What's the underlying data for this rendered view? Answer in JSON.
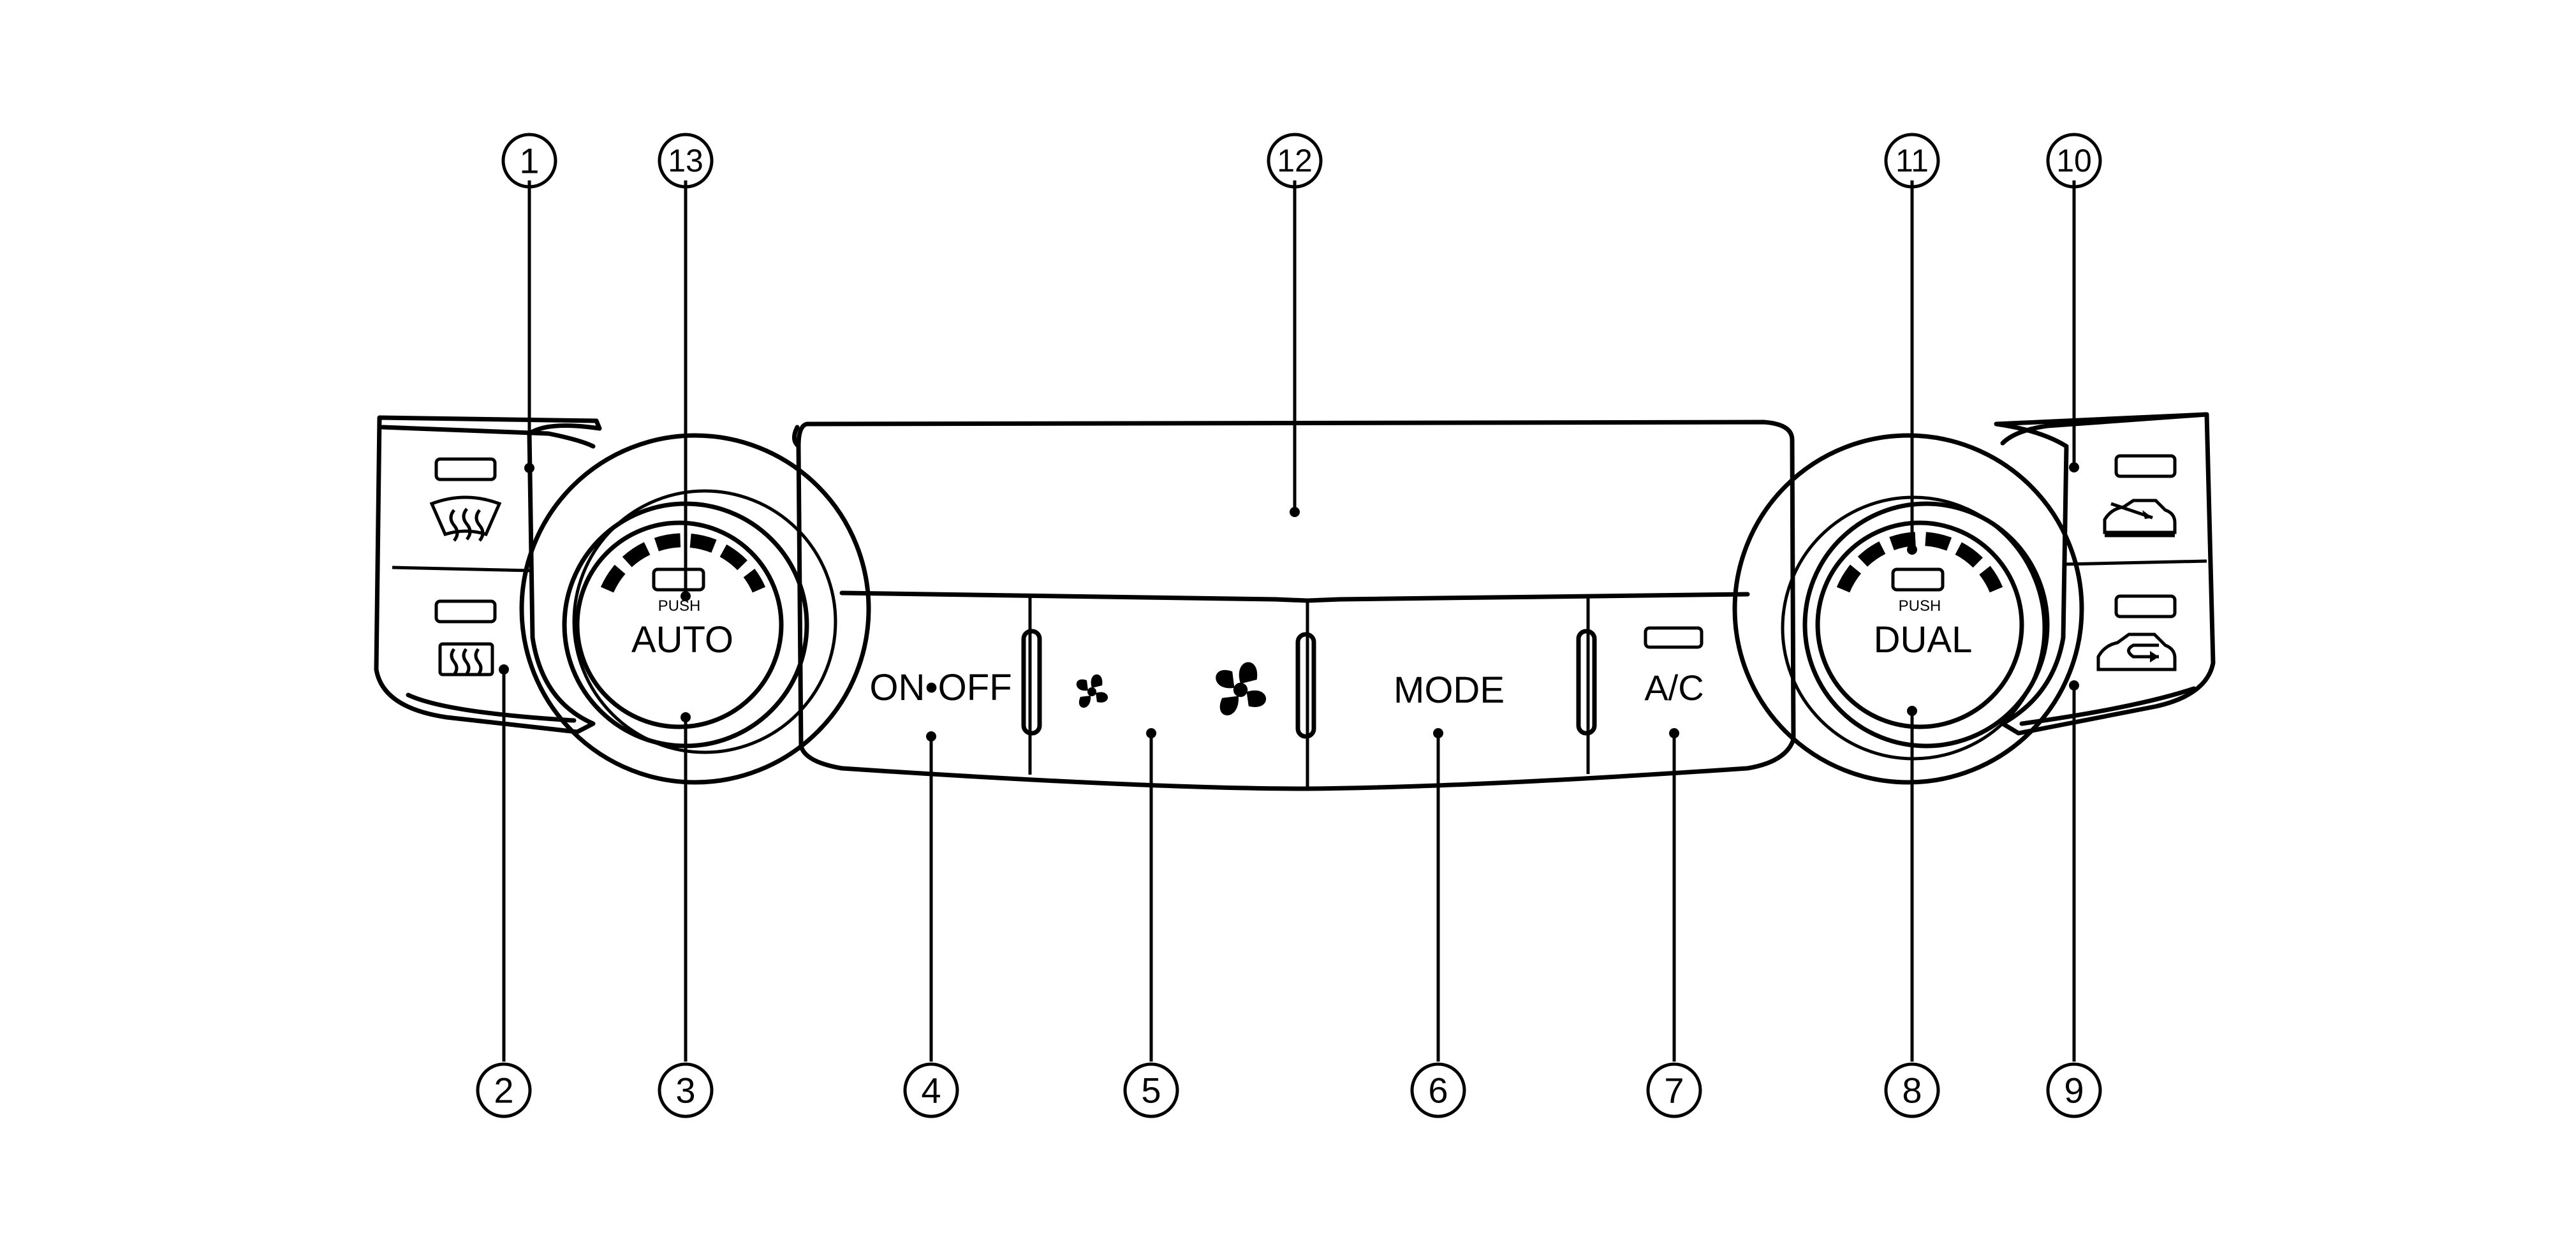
{
  "panel": {
    "left_knob": {
      "push_label": "PUSH",
      "main_label": "AUTO"
    },
    "right_knob": {
      "push_label": "PUSH",
      "main_label": "DUAL"
    },
    "buttons": {
      "on_off": "ON•OFF",
      "mode": "MODE",
      "ac": "A/C"
    },
    "icons": [
      "front-defrost-icon",
      "rear-defrost-icon",
      "fan-low-icon",
      "fan-high-icon",
      "outside-air-icon",
      "recirculation-icon"
    ]
  },
  "callouts": [
    "1",
    "2",
    "3",
    "4",
    "5",
    "6",
    "7",
    "8",
    "9",
    "10",
    "11",
    "12",
    "13"
  ]
}
